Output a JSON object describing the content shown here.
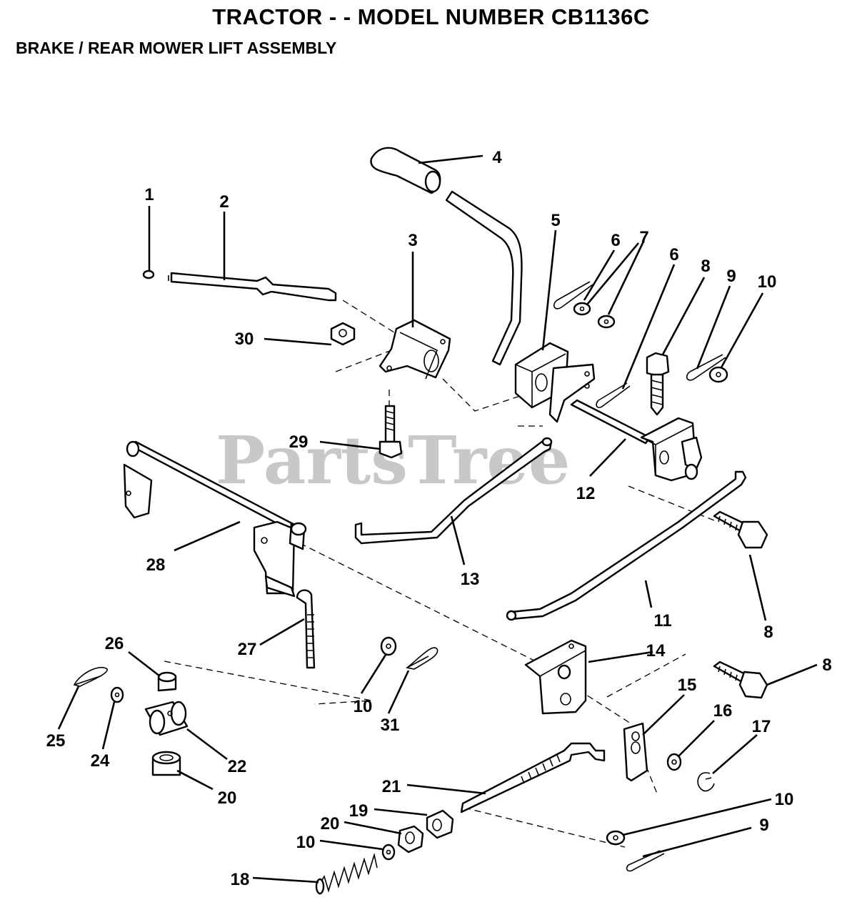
{
  "header": {
    "title": "TRACTOR - - MODEL NUMBER CB1136C",
    "subtitle": "BRAKE / REAR MOWER LIFT ASSEMBLY"
  },
  "watermark": "PartsTree",
  "labels": {
    "p1": "1",
    "p2": "2",
    "p3": "3",
    "p4": "4",
    "p5": "5",
    "p6a": "6",
    "p6b": "6",
    "p7": "7",
    "p8a": "8",
    "p8b": "8",
    "p8c": "8",
    "p9a": "9",
    "p9b": "9",
    "p10a": "10",
    "p10b": "10",
    "p10c": "10",
    "p10d": "10",
    "p11": "11",
    "p12": "12",
    "p13": "13",
    "p14": "14",
    "p15": "15",
    "p16": "16",
    "p17": "17",
    "p18": "18",
    "p19": "19",
    "p20a": "20",
    "p20b": "20",
    "p21": "21",
    "p22": "22",
    "p24": "24",
    "p25": "25",
    "p26": "26",
    "p27": "27",
    "p28": "28",
    "p29": "29",
    "p30": "30",
    "p31": "31"
  }
}
